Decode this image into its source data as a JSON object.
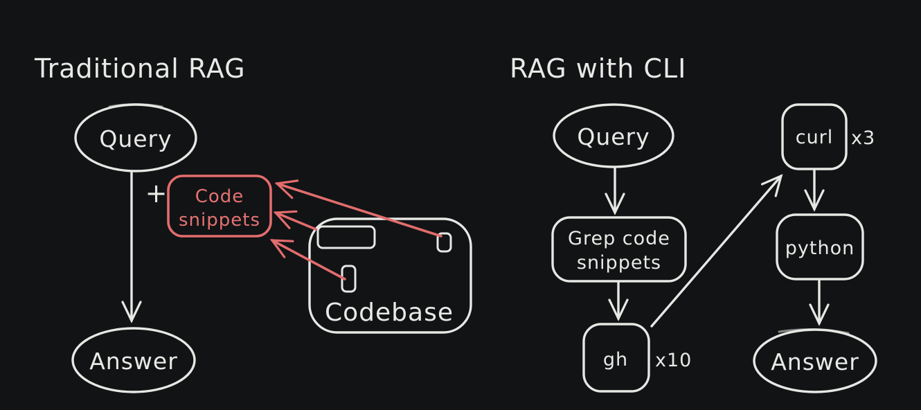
{
  "colors": {
    "background": "#121315",
    "ink_white": "#e7e7e4",
    "ink_red": "#e26d6d"
  },
  "left": {
    "title": "Traditional RAG",
    "query_label": "Query",
    "plus_label": "+",
    "code_snippets_line1": "Code",
    "code_snippets_line2": "snippets",
    "codebase_label": "Codebase",
    "answer_label": "Answer"
  },
  "right": {
    "title": "RAG with CLI",
    "query_label": "Query",
    "grep_line1": "Grep code",
    "grep_line2": "snippets",
    "gh_label": "gh",
    "gh_multiplier": "x10",
    "curl_label": "curl",
    "curl_multiplier": "x3",
    "python_label": "python",
    "answer_label": "Answer"
  }
}
